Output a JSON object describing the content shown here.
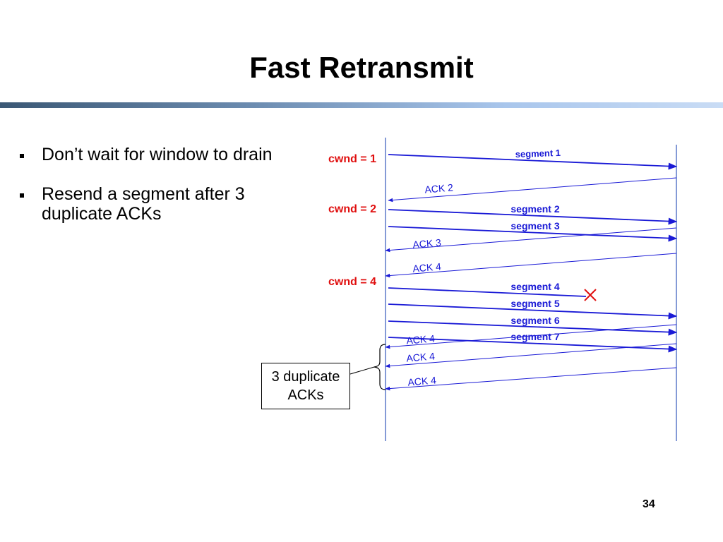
{
  "title": "Fast Retransmit",
  "bullets": [
    "Don’t wait for window to drain",
    "Resend a segment after 3 duplicate ACKs"
  ],
  "diagram": {
    "cwnd_labels": [
      "cwnd = 1",
      "cwnd = 2",
      "cwnd = 4"
    ],
    "segments": [
      "segment 1",
      "segment 2",
      "segment 3",
      "segment 4",
      "segment 5",
      "segment 6",
      "segment 7"
    ],
    "acks": [
      "ACK 2",
      "ACK 3",
      "ACK 4",
      "ACK 4",
      "ACK 4",
      "ACK 4"
    ],
    "callout": [
      "3 duplicate",
      "ACKs"
    ],
    "colors": {
      "arrow": "#1a1ad6",
      "cwnd": "#e01010",
      "loss": "#e01010",
      "timeline": "#5b78c8"
    }
  },
  "page_number": "34"
}
